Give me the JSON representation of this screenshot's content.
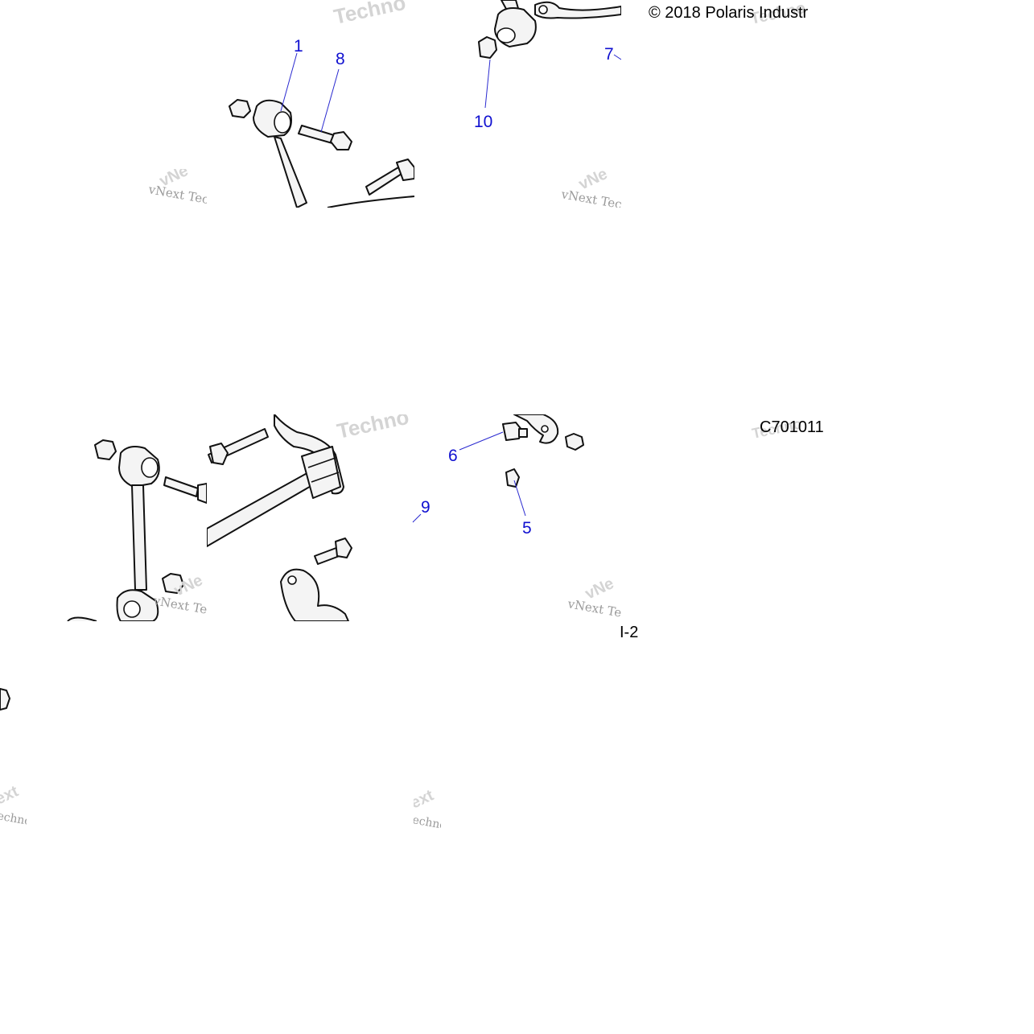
{
  "copyright": "© 2018 Polaris Industr",
  "diagram_code": "C701011",
  "page_ref": "I-2",
  "watermark_serif": "vNext Tec",
  "watermark_bold": "Techno",
  "watermark_frag_a": "vNe",
  "watermark_frag_b": "ext",
  "watermark_frag_c": "echno",
  "callouts": {
    "c1": "1",
    "c5": "5",
    "c6": "6",
    "c7": "7",
    "c8": "8",
    "c9": "9",
    "c10": "10"
  },
  "colors": {
    "callout": "#1010d0",
    "line_art": "#111111",
    "watermark": "#d4d4d4"
  }
}
